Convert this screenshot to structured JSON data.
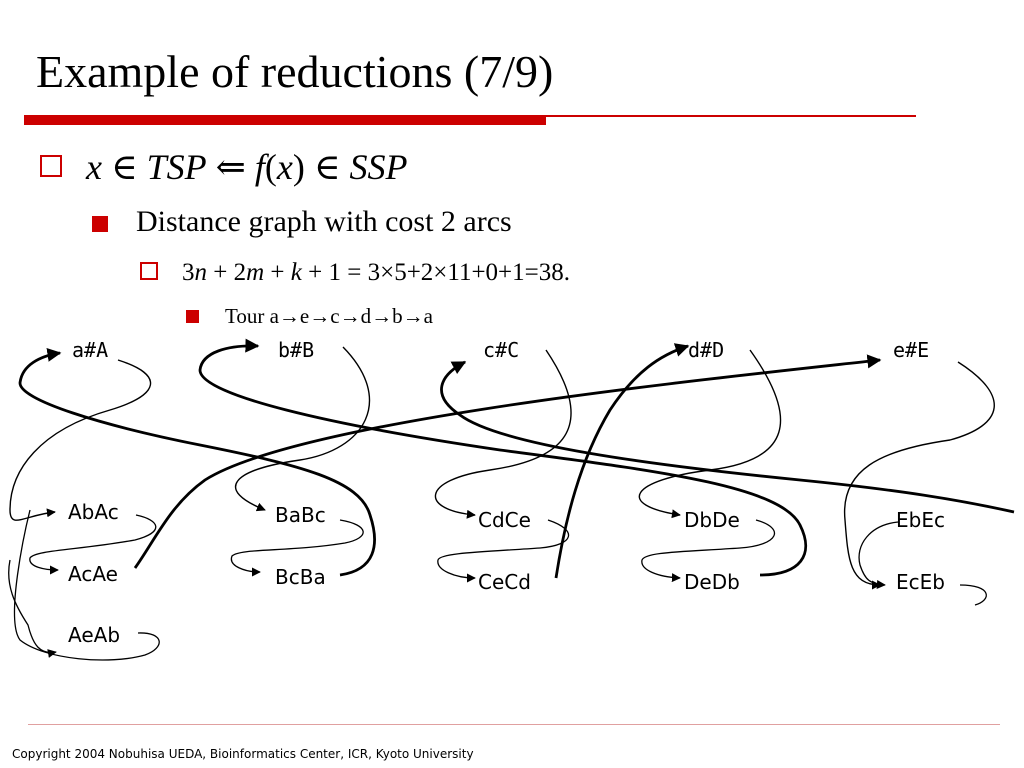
{
  "title": "Example of reductions (7/9)",
  "bullets": {
    "l1": {
      "x": "x",
      "in1": " ∈ ",
      "tsp": "TSP",
      "arrow": " ⇐ ",
      "f": "f",
      "lp": "(",
      "x2": "x",
      "rp": ")",
      "in2": " ∈ ",
      "ssp": "SSP"
    },
    "l2": "Distance graph with cost 2 arcs",
    "l3": {
      "p1": "3",
      "n": "n",
      "p2": " + 2",
      "m": "m",
      "p3": " + ",
      "k": "k",
      "p4": " + 1 = 3×5+2×11+0+1=38."
    },
    "l4": "Tour a→e→c→d→b→a"
  },
  "graph": {
    "top_nodes": [
      "a#A",
      "b#B",
      "c#C",
      "d#D",
      "e#E"
    ],
    "sub_nodes": {
      "a": [
        "AbAc",
        "AcAe",
        "AeAb"
      ],
      "b": [
        "BaBc",
        "BcBa"
      ],
      "c": [
        "CdCe",
        "CeCd"
      ],
      "d": [
        "DbDe",
        "DeDb"
      ],
      "e": [
        "EbEc",
        "EcEb"
      ]
    }
  },
  "footer": "Copyright 2004 Nobuhisa UEDA, Bioinformatics Center, ICR, Kyoto University"
}
